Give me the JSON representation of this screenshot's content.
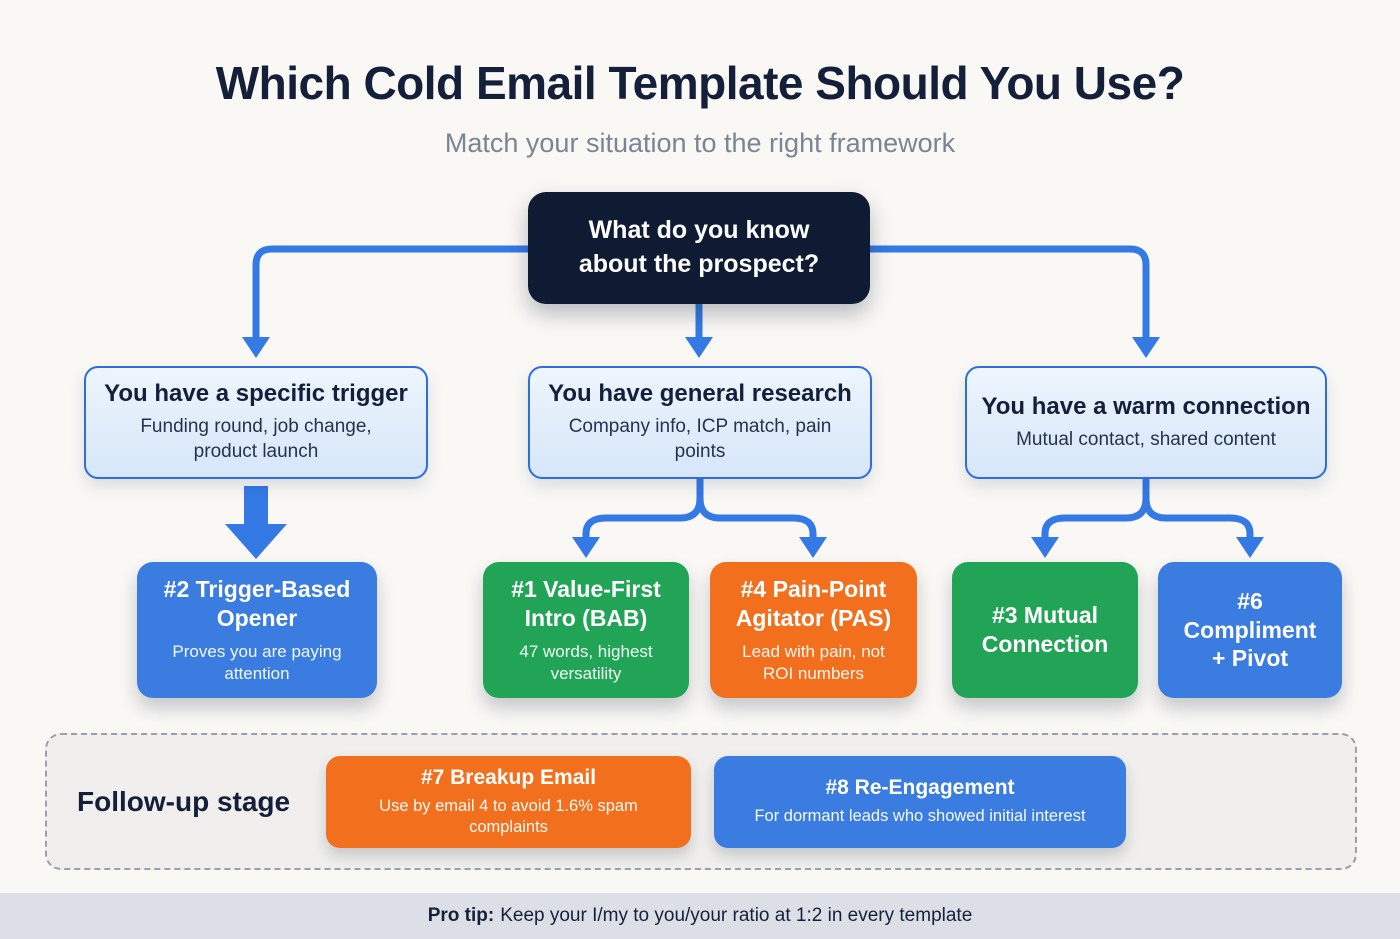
{
  "header": {
    "title": "Which Cold Email Template Should You Use?",
    "subtitle": "Match your situation to the right framework"
  },
  "root": {
    "question": "What do you know about the prospect?"
  },
  "branches": [
    {
      "title": "You have a specific trigger",
      "subtitle": "Funding round, job change, product launch"
    },
    {
      "title": "You have general research",
      "subtitle": "Company info, ICP match, pain points"
    },
    {
      "title": "You have a warm connection",
      "subtitle": "Mutual contact, shared content"
    }
  ],
  "templates": [
    {
      "title": "#2 Trigger-Based Opener",
      "subtitle": "Proves you are paying attention",
      "color": "blue"
    },
    {
      "title": "#1 Value-First Intro (BAB)",
      "subtitle": "47 words, highest versatility",
      "color": "green"
    },
    {
      "title": "#4 Pain-Point Agitator (PAS)",
      "subtitle": "Lead with pain, not ROI numbers",
      "color": "orange"
    },
    {
      "title": "#3 Mutual Connection",
      "subtitle": "",
      "color": "green"
    },
    {
      "title": "#6 Compliment + Pivot",
      "subtitle": "",
      "color": "blue"
    }
  ],
  "followup": {
    "label": "Follow-up stage",
    "items": [
      {
        "title": "#7 Breakup Email",
        "subtitle": "Use by email 4 to avoid 1.6% spam complaints",
        "color": "orange"
      },
      {
        "title": "#8 Re-Engagement",
        "subtitle": "For dormant leads who showed initial interest",
        "color": "blue"
      }
    ]
  },
  "footer": {
    "label": "Pro tip:",
    "text": "Keep your I/my to you/your ratio at 1:2 in every template"
  },
  "colors": {
    "blue": "#3b7ce0",
    "green": "#22a456",
    "orange": "#f2701d",
    "connector": "#3579e4",
    "navy": "#0f1b33"
  }
}
